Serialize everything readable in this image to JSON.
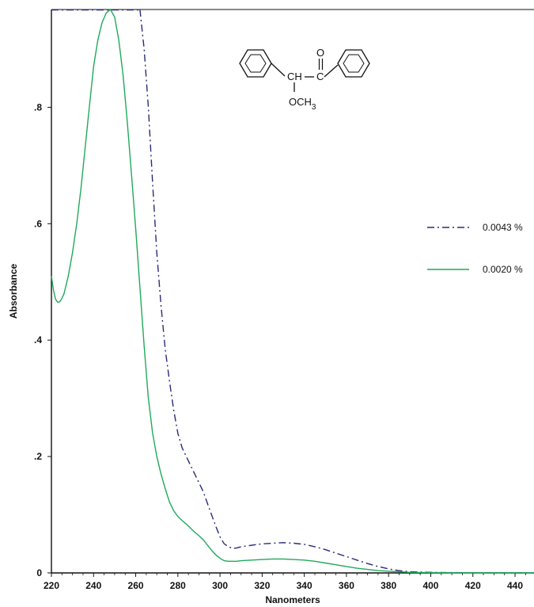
{
  "chart_data": {
    "type": "line",
    "xlabel": "Nanometers",
    "ylabel": "Absorbance",
    "xlim": [
      220,
      449
    ],
    "ylim": [
      0,
      0.968
    ],
    "x_ticks": [
      220,
      240,
      260,
      280,
      300,
      320,
      340,
      360,
      380,
      400,
      420,
      440
    ],
    "x_tick_labels": [
      "220",
      "240",
      "260",
      "280",
      "300",
      "320",
      "340",
      "360",
      "380",
      "400",
      "420",
      "440"
    ],
    "y_ticks": [
      0,
      0.2,
      0.4,
      0.6,
      0.8
    ],
    "y_tick_labels": [
      "0",
      ".2",
      ".4",
      ".6",
      ".8"
    ],
    "grid": false,
    "legend_position": "right",
    "series": [
      {
        "name": "0.0043 %",
        "style": "dash-dot",
        "color": "#2a2a7a",
        "offscale_above": [
          220,
          262
        ],
        "x": [
          262,
          264,
          266,
          268,
          270,
          272,
          274,
          276,
          278,
          280,
          282,
          284,
          286,
          288,
          290,
          292,
          294,
          296,
          298,
          300,
          302,
          304,
          306,
          308,
          310,
          312,
          314,
          316,
          318,
          320,
          325,
          330,
          335,
          340,
          345,
          350,
          355,
          360,
          365,
          370,
          375,
          380,
          385,
          390,
          400,
          410,
          420,
          430,
          440,
          449
        ],
        "y": [
          0.968,
          0.9,
          0.8,
          0.67,
          0.55,
          0.46,
          0.385,
          0.33,
          0.28,
          0.24,
          0.215,
          0.2,
          0.185,
          0.17,
          0.155,
          0.14,
          0.12,
          0.1,
          0.08,
          0.062,
          0.05,
          0.045,
          0.042,
          0.043,
          0.045,
          0.046,
          0.047,
          0.048,
          0.049,
          0.05,
          0.051,
          0.052,
          0.051,
          0.049,
          0.045,
          0.04,
          0.034,
          0.028,
          0.022,
          0.016,
          0.011,
          0.007,
          0.004,
          0.002,
          0.001,
          0.0005,
          0.0003,
          0.0002,
          0.0002,
          0.0002
        ]
      },
      {
        "name": "0.0020 %",
        "style": "solid",
        "color": "#1faa5a",
        "x": [
          220,
          221,
          222,
          223,
          224,
          225,
          226,
          228,
          230,
          232,
          234,
          236,
          238,
          240,
          242,
          244,
          246,
          248,
          250,
          252,
          254,
          256,
          258,
          260,
          262,
          264,
          266,
          268,
          270,
          272,
          274,
          276,
          278,
          280,
          282,
          284,
          286,
          288,
          290,
          292,
          294,
          296,
          298,
          300,
          302,
          304,
          306,
          308,
          310,
          315,
          320,
          325,
          330,
          335,
          340,
          345,
          350,
          355,
          360,
          365,
          370,
          375,
          380,
          385,
          390,
          400,
          410,
          420,
          430,
          440,
          449
        ],
        "y": [
          0.51,
          0.485,
          0.47,
          0.465,
          0.466,
          0.472,
          0.48,
          0.51,
          0.55,
          0.6,
          0.66,
          0.73,
          0.8,
          0.87,
          0.915,
          0.945,
          0.962,
          0.968,
          0.955,
          0.915,
          0.855,
          0.775,
          0.685,
          0.59,
          0.49,
          0.39,
          0.3,
          0.24,
          0.2,
          0.17,
          0.145,
          0.122,
          0.107,
          0.097,
          0.09,
          0.084,
          0.077,
          0.07,
          0.064,
          0.057,
          0.048,
          0.039,
          0.031,
          0.025,
          0.021,
          0.02,
          0.02,
          0.02,
          0.021,
          0.022,
          0.023,
          0.024,
          0.024,
          0.023,
          0.022,
          0.02,
          0.017,
          0.014,
          0.011,
          0.008,
          0.006,
          0.004,
          0.003,
          0.002,
          0.001,
          0.0005,
          0.0003,
          0.0003,
          0.0003,
          0.0003,
          0.0003
        ]
      }
    ],
    "annotations": {
      "structure_labels": {
        "ch": "CH",
        "carbonyl_c": "C",
        "carbonyl_o": "O",
        "methoxy_prefix": "OCH",
        "methoxy_subscript": "3"
      }
    }
  }
}
